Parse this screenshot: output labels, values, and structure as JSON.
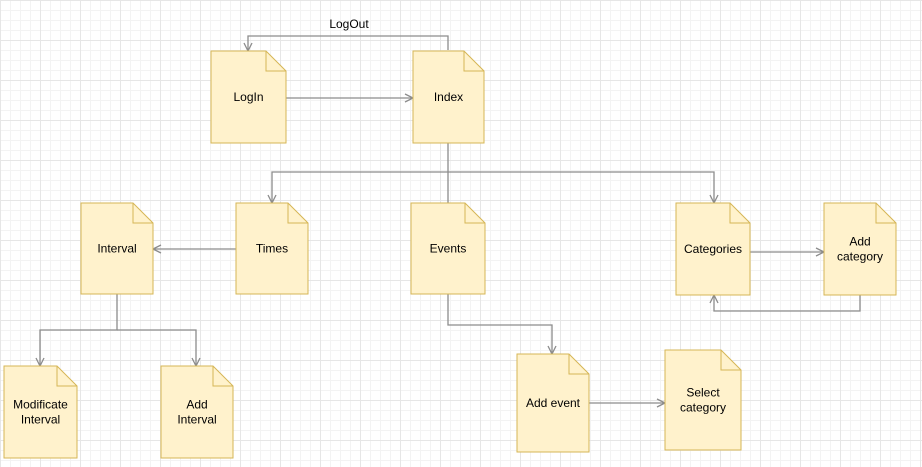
{
  "nodes": {
    "login": "LogIn",
    "index": "Index",
    "interval": "Interval",
    "times": "Times",
    "events": "Events",
    "categories": "Categories",
    "add_category": [
      "Add",
      "category"
    ],
    "modificate_interval": [
      "Modificate",
      "Interval"
    ],
    "add_interval": [
      "Add",
      "Interval"
    ],
    "add_event": "Add event",
    "select_category": [
      "Select",
      "category"
    ]
  },
  "edges": {
    "logout_label": "LogOut"
  },
  "colors": {
    "node_fill": "#fff2cc",
    "node_stroke": "#d6b656",
    "edge": "#8c8c8c"
  }
}
